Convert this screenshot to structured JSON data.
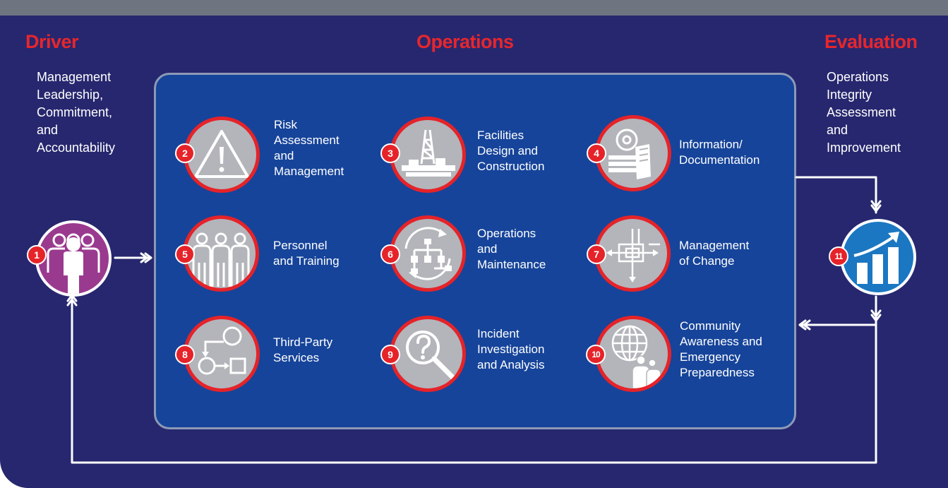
{
  "headings": {
    "driver": "Driver",
    "operations": "Operations",
    "evaluation": "Evaluation"
  },
  "driver_text": "Management\nLeadership,\nCommitment,\nand\nAccountability",
  "evaluation_text": "Operations\nIntegrity\nAssessment\nand\nImprovement",
  "driver_node": {
    "number": "1",
    "icon": "people-group-icon",
    "color": "#9a3a8f"
  },
  "evaluation_node": {
    "number": "11",
    "icon": "bar-chart-growth-icon",
    "color": "#1b77c2"
  },
  "items": [
    {
      "number": "2",
      "label": "Risk\nAssessment\nand\nManagement",
      "icon": "warning-triangle-icon"
    },
    {
      "number": "3",
      "label": "Facilities\nDesign and\nConstruction",
      "icon": "oil-rig-icon"
    },
    {
      "number": "4",
      "label": "Information/\nDocumentation",
      "icon": "documents-disc-icon"
    },
    {
      "number": "5",
      "label": "Personnel\nand Training",
      "icon": "people-icon"
    },
    {
      "number": "6",
      "label": "Operations\nand\nMaintenance",
      "icon": "process-cycle-icon"
    },
    {
      "number": "7",
      "label": "Management\nof Change",
      "icon": "change-arrows-icon"
    },
    {
      "number": "8",
      "label": "Third-Party\nServices",
      "icon": "flowchart-icon"
    },
    {
      "number": "9",
      "label": "Incident\nInvestigation\nand Analysis",
      "icon": "magnifier-question-icon"
    },
    {
      "number": "10",
      "label": "Community\nAwareness and\nEmergency\nPreparedness",
      "icon": "globe-people-icon"
    }
  ],
  "colors": {
    "background": "#27276f",
    "operations_box": "#16449a",
    "accent_red": "#e52329",
    "icon_gray": "#b3b5ba",
    "top_bar": "#6e7480"
  }
}
